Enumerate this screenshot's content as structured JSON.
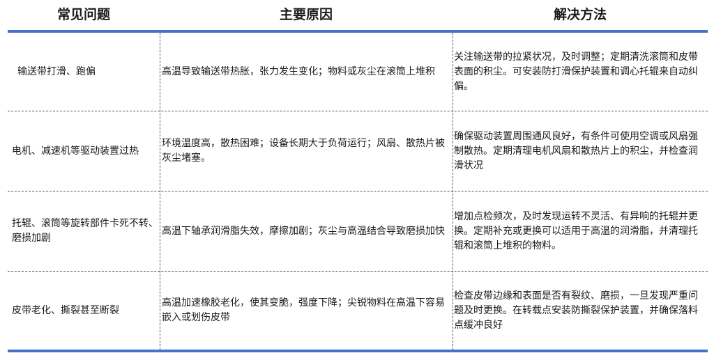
{
  "table": {
    "headers": [
      "常见问题",
      "主要原因",
      "解决方法"
    ],
    "rows": [
      {
        "problem": "输送带打滑、跑偏",
        "cause": "高温导致输送带热胀，张力发生变化；物料或灰尘在滚筒上堆积",
        "solution": "关注输送带的拉紧状况，及时调整；定期清洗滚筒和皮带表面的积尘。可安装防打滑保护装置和调心托辊来自动纠偏。"
      },
      {
        "problem": "电机、减速机等驱动装置过热",
        "cause": "环境温度高，散热困难；设备长期大于负荷运行；风扇、散热片被灰尘堵塞。",
        "solution": "确保驱动装置周围通风良好，有条件可使用空调或风扇强制散热。定期清理电机风扇和散热片上的积尘，并检查润滑状况"
      },
      {
        "problem": "托辊、滚筒等旋转部件卡死不转、磨损加剧",
        "cause": "高温下轴承润滑脂失效，摩擦加剧；灰尘与高温结合导致磨损加快",
        "solution": "增加点检频次，及时发现运转不灵活、有异响的托辊并更换。定期补充或更换可以适用于高温的润滑脂，并清理托辊和滚筒上堆积的物料。"
      },
      {
        "problem": "皮带老化、撕裂甚至断裂",
        "cause": "高温加速橡胶老化，使其变脆，强度下降；尖锐物料在高温下容易嵌入或划伤皮带",
        "solution": "检查皮带边缘和表面是否有裂纹、磨损，一旦发现严重问题及时更换。在转载点安装防撕裂保护装置，并确保落料点缓冲良好"
      }
    ]
  },
  "colors": {
    "rule": "#4472c4",
    "divider": "#555555"
  }
}
